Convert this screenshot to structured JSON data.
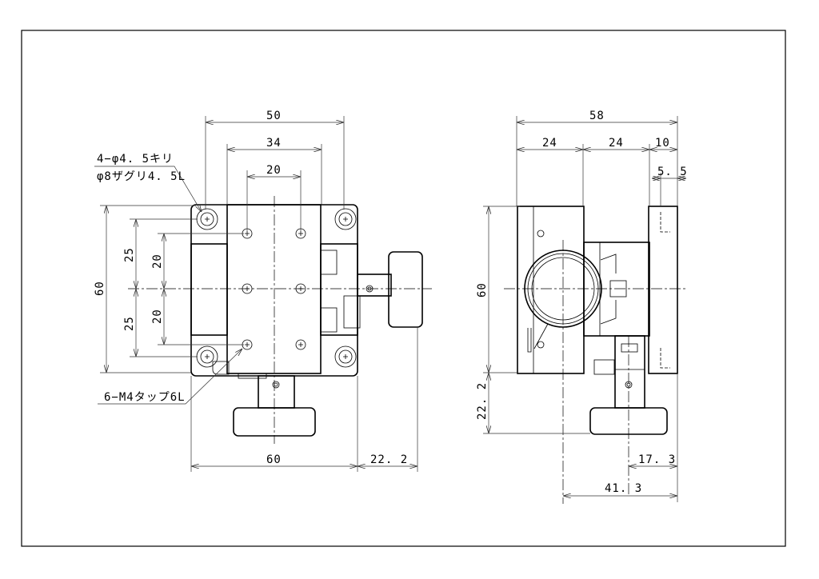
{
  "front_view": {
    "dims": {
      "width_50": "50",
      "width_34": "34",
      "width_20": "20",
      "height_60": "60",
      "pitch_25_top": "25",
      "pitch_25_bottom": "25",
      "pitch_20_top": "20",
      "pitch_20_bottom": "20",
      "base_60": "60",
      "knob_22_2": "22. 2"
    },
    "notes": {
      "counterbore_line1": "4−φ4. 5キリ",
      "counterbore_line2": "φ8ザグリ4. 5L",
      "tap": "6−M4タップ6L"
    }
  },
  "side_view": {
    "dims": {
      "overall_58": "58",
      "seg_24_a": "24",
      "seg_24_b": "24",
      "seg_10": "10",
      "seg_5_5": "5. 5",
      "height_60": "60",
      "knob_22_2": "22. 2",
      "offset_17_3": "17. 3",
      "offset_41_3": "41. 3"
    }
  }
}
